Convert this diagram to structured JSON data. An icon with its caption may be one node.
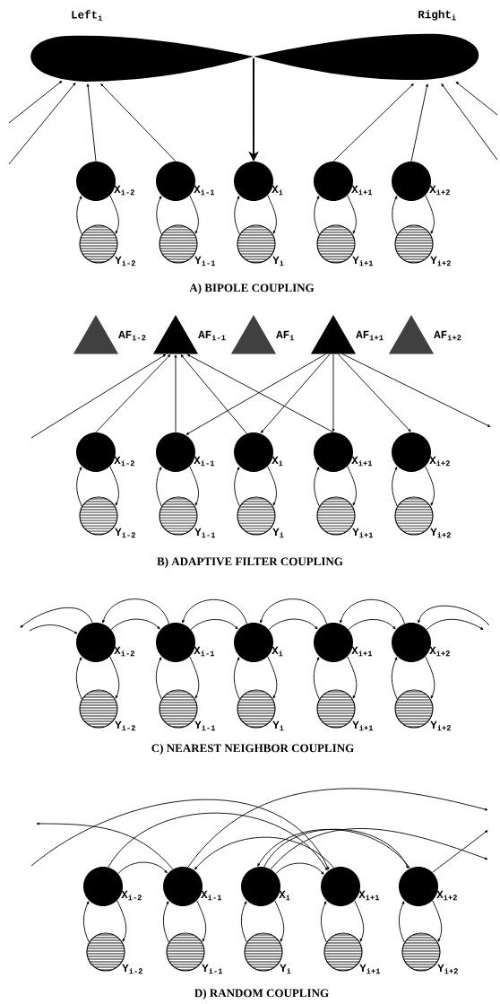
{
  "diagram": {
    "nodes": [
      {
        "text": [
          "Left$_{i}$"
        ]
      },
      {
        "text": [
          "Right$_{i}$"
        ]
      },
      {
        "text": [],
        "shape": "circle",
        "beside": [
          "X$_{i-2}$"
        ]
      },
      {
        "text": [],
        "shape": "circle",
        "beside": [
          "X$_{i-1}$"
        ]
      },
      {
        "text": [],
        "shape": "circle",
        "beside": [
          "X$_{i}$"
        ]
      },
      {
        "text": [],
        "shape": "circle",
        "beside": [
          "X$_{i+1}$"
        ]
      },
      {
        "text": [],
        "shape": "circle",
        "beside": [
          "X$_{i+2}$"
        ]
      },
      {
        "text": [],
        "shape": "circle",
        "beside": [
          "Y$_{i-2}$"
        ]
      },
      {
        "text": [],
        "shape": "circle",
        "beside": [
          "Y$_{i-1}$"
        ]
      },
      {
        "text": [],
        "shape": "circle",
        "beside": [
          "Y$_{i}$"
        ]
      },
      {
        "text": [],
        "shape": "circle",
        "beside": [
          "Y$_{i+1}$"
        ]
      },
      {
        "text": [],
        "shape": "circle",
        "beside": [
          "Y$_{i+2}$"
        ]
      },
      {
        "text": [],
        "shape": "triangle",
        "beside": [
          "AF$_{i-2}$"
        ]
      },
      {
        "text": [],
        "shape": "triangle",
        "beside": [
          "AF$_{i-1}$"
        ]
      },
      {
        "text": [],
        "shape": "triangle",
        "beside": [
          "AF$_{i}$"
        ]
      },
      {
        "text": [],
        "shape": "triangle",
        "beside": [
          "AF$_{i+1}$"
        ]
      },
      {
        "text": [],
        "shape": "triangle",
        "beside": [
          "AF$_{i+2}$"
        ]
      },
      {
        "text": [],
        "shape": "circle",
        "beside": [
          "X$_{i-2}$"
        ]
      },
      {
        "text": [],
        "shape": "circle",
        "beside": [
          "X$_{i-1}$"
        ]
      },
      {
        "text": [],
        "shape": "circle",
        "beside": [
          "X$_{i}$"
        ]
      },
      {
        "text": [],
        "shape": "circle",
        "beside": [
          "X$_{i+1}$"
        ]
      },
      {
        "text": [],
        "shape": "circle",
        "beside": [
          "X$_{i+2}$"
        ]
      },
      {
        "text": [],
        "shape": "circle",
        "beside": [
          "Y$_{i-2}$"
        ]
      },
      {
        "text": [],
        "shape": "circle",
        "beside": [
          "Y$_{i-1}$"
        ]
      },
      {
        "text": [],
        "shape": "circle",
        "beside": [
          "Y$_{i}$"
        ]
      },
      {
        "text": [],
        "shape": "circle",
        "beside": [
          "Y$_{i+1}$"
        ]
      },
      {
        "text": [],
        "shape": "circle",
        "beside": [
          "Y$_{i+2}$"
        ]
      },
      {
        "text": [],
        "shape": "circle",
        "beside": [
          "X$_{i-2}$"
        ]
      },
      {
        "text": [],
        "shape": "circle",
        "beside": [
          "X$_{i-1}$"
        ]
      },
      {
        "text": [],
        "shape": "circle",
        "beside": [
          "X$_{i}$"
        ]
      },
      {
        "text": [],
        "shape": "circle",
        "beside": [
          "X$_{i+1}$"
        ]
      },
      {
        "text": [],
        "shape": "circle",
        "beside": [
          "X$_{i+2}$"
        ]
      },
      {
        "text": [],
        "shape": "circle",
        "beside": [
          "Y$_{i-2}$"
        ]
      },
      {
        "text": [],
        "shape": "circle",
        "beside": [
          "Y$_{i-1}$"
        ]
      },
      {
        "text": [],
        "shape": "circle",
        "beside": [
          "Y$_{i}$"
        ]
      },
      {
        "text": [],
        "shape": "circle",
        "beside": [
          "Y$_{i+1}$"
        ]
      },
      {
        "text": [],
        "shape": "circle",
        "beside": [
          "Y$_{i+2}$"
        ]
      },
      {
        "text": [],
        "shape": "circle",
        "beside": [
          "X$_{i-2}$"
        ]
      },
      {
        "text": [],
        "shape": "circle",
        "beside": [
          "X$_{i-1}$"
        ]
      },
      {
        "text": [],
        "shape": "circle",
        "beside": [
          "X$_{i}$"
        ]
      },
      {
        "text": [],
        "shape": "circle",
        "beside": [
          "X$_{i+1}$"
        ]
      },
      {
        "text": [],
        "shape": "circle",
        "beside": [
          "X$_{i+2}$"
        ]
      },
      {
        "text": [],
        "shape": "circle",
        "beside": [
          "Y$_{i-2}$"
        ]
      },
      {
        "text": [],
        "shape": "circle",
        "beside": [
          "Y$_{i-1}$"
        ]
      },
      {
        "text": [],
        "shape": "circle",
        "beside": [
          "Y$_{i}$"
        ]
      },
      {
        "text": [],
        "shape": "circle",
        "beside": [
          "Y$_{i+1}$"
        ]
      },
      {
        "text": [],
        "shape": "circle",
        "beside": [
          "Y$_{i+2}$"
        ]
      }
    ],
    "edges": [
      {
        "from": null,
        "to": 0,
        "arrow": "to"
      },
      {
        "from": null,
        "to": 0,
        "arrow": "to"
      },
      {
        "from": 2,
        "to": 0,
        "arrow": "to"
      },
      {
        "from": 3,
        "to": 0,
        "arrow": "to"
      },
      {
        "from": 0,
        "to": 4,
        "arrow": "to"
      },
      {
        "from": 1,
        "to": 4,
        "arrow": "to"
      },
      {
        "from": 5,
        "to": 1,
        "arrow": "to"
      },
      {
        "from": 6,
        "to": 1,
        "arrow": "to"
      },
      {
        "from": null,
        "to": 1,
        "arrow": "to"
      },
      {
        "from": null,
        "to": 1,
        "arrow": "to"
      },
      {
        "from": 7,
        "to": 2,
        "arrow": "to"
      },
      {
        "from": 2,
        "to": 7,
        "arrow": "to"
      },
      {
        "from": 8,
        "to": 3,
        "arrow": "to"
      },
      {
        "from": 3,
        "to": 8,
        "arrow": "to"
      },
      {
        "from": 9,
        "to": 4,
        "arrow": "to"
      },
      {
        "from": 4,
        "to": 9,
        "arrow": "to"
      },
      {
        "from": 10,
        "to": 5,
        "arrow": "to"
      },
      {
        "from": 5,
        "to": 10,
        "arrow": "to"
      },
      {
        "from": 11,
        "to": 6,
        "arrow": "to"
      },
      {
        "from": 6,
        "to": 11,
        "arrow": "to"
      },
      {
        "from": null,
        "to": 13,
        "arrow": "to"
      },
      {
        "from": 17,
        "to": 13,
        "arrow": "to"
      },
      {
        "from": 18,
        "to": 13,
        "arrow": "to"
      },
      {
        "from": 19,
        "to": 13,
        "arrow": "to"
      },
      {
        "from": 20,
        "to": 13,
        "arrow": "to"
      },
      {
        "from": 15,
        "to": 18,
        "arrow": "to"
      },
      {
        "from": 15,
        "to": 19,
        "arrow": "to"
      },
      {
        "from": 15,
        "to": 20,
        "arrow": "to"
      },
      {
        "from": 15,
        "to": 21,
        "arrow": "to"
      },
      {
        "from": 15,
        "to": null,
        "arrow": "to"
      },
      {
        "from": 22,
        "to": 17,
        "arrow": "to"
      },
      {
        "from": 17,
        "to": 22,
        "arrow": "to"
      },
      {
        "from": 23,
        "to": 18,
        "arrow": "to"
      },
      {
        "from": 18,
        "to": 23,
        "arrow": "to"
      },
      {
        "from": 24,
        "to": 19,
        "arrow": "to"
      },
      {
        "from": 19,
        "to": 24,
        "arrow": "to"
      },
      {
        "from": 25,
        "to": 20,
        "arrow": "to"
      },
      {
        "from": 20,
        "to": 25,
        "arrow": "to"
      },
      {
        "from": 26,
        "to": 21,
        "arrow": "to"
      },
      {
        "from": 21,
        "to": 26,
        "arrow": "to"
      },
      {
        "from": 27,
        "to": null,
        "arrow": "to"
      },
      {
        "from": null,
        "to": 27,
        "arrow": "to"
      },
      {
        "from": 27,
        "to": 28,
        "arrow": "to"
      },
      {
        "from": 28,
        "to": 27,
        "arrow": "to"
      },
      {
        "from": 28,
        "to": 29,
        "arrow": "to"
      },
      {
        "from": 29,
        "to": 28,
        "arrow": "to"
      },
      {
        "from": 29,
        "to": 30,
        "arrow": "to"
      },
      {
        "from": 30,
        "to": 29,
        "arrow": "to"
      },
      {
        "from": 30,
        "to": 31,
        "arrow": "to"
      },
      {
        "from": 31,
        "to": 30,
        "arrow": "to"
      },
      {
        "from": 31,
        "to": null,
        "arrow": "to"
      },
      {
        "from": null,
        "to": 31,
        "arrow": "to"
      },
      {
        "from": 32,
        "to": 27,
        "arrow": "to"
      },
      {
        "from": 27,
        "to": 32,
        "arrow": "to"
      },
      {
        "from": 33,
        "to": 28,
        "arrow": "to"
      },
      {
        "from": 28,
        "to": 33,
        "arrow": "to"
      },
      {
        "from": 34,
        "to": 29,
        "arrow": "to"
      },
      {
        "from": 29,
        "to": 34,
        "arrow": "to"
      },
      {
        "from": 35,
        "to": 30,
        "arrow": "to"
      },
      {
        "from": 30,
        "to": 35,
        "arrow": "to"
      },
      {
        "from": 36,
        "to": 31,
        "arrow": "to"
      },
      {
        "from": 31,
        "to": 36,
        "arrow": "to"
      },
      {
        "from": null,
        "to": 40,
        "arrow": "to"
      },
      {
        "from": 37,
        "to": 40,
        "arrow": "to"
      },
      {
        "from": 38,
        "to": null,
        "arrow": "to"
      },
      {
        "from": 37,
        "to": 38,
        "arrow": "to"
      },
      {
        "from": 40,
        "to": 38,
        "arrow": "to"
      },
      {
        "from": 38,
        "to": null,
        "arrow": "to"
      },
      {
        "from": 39,
        "to": 40,
        "arrow": "to"
      },
      {
        "from": 39,
        "to": 41,
        "arrow": "to"
      },
      {
        "from": 39,
        "to": null,
        "arrow": "to"
      },
      {
        "from": 41,
        "to": 39,
        "arrow": "to"
      },
      {
        "from": 41,
        "to": null,
        "arrow": "to"
      },
      {
        "from": 42,
        "to": 37,
        "arrow": "to"
      },
      {
        "from": 37,
        "to": 42,
        "arrow": "to"
      },
      {
        "from": 43,
        "to": 38,
        "arrow": "to"
      },
      {
        "from": 38,
        "to": 43,
        "arrow": "to"
      },
      {
        "from": 44,
        "to": 39,
        "arrow": "to"
      },
      {
        "from": 39,
        "to": 44,
        "arrow": "to"
      },
      {
        "from": 45,
        "to": 40,
        "arrow": "to"
      },
      {
        "from": 40,
        "to": 45,
        "arrow": "to"
      },
      {
        "from": 46,
        "to": 41,
        "arrow": "to"
      },
      {
        "from": 41,
        "to": 46,
        "arrow": "to"
      }
    ],
    "labels": [
      "A) BIPOLE COUPLING",
      "B) ADAPTIVE FILTER COUPLING",
      "C) NEAREST NEIGHBOR COUPLING",
      "D) RANDOM COUPLING"
    ]
  }
}
